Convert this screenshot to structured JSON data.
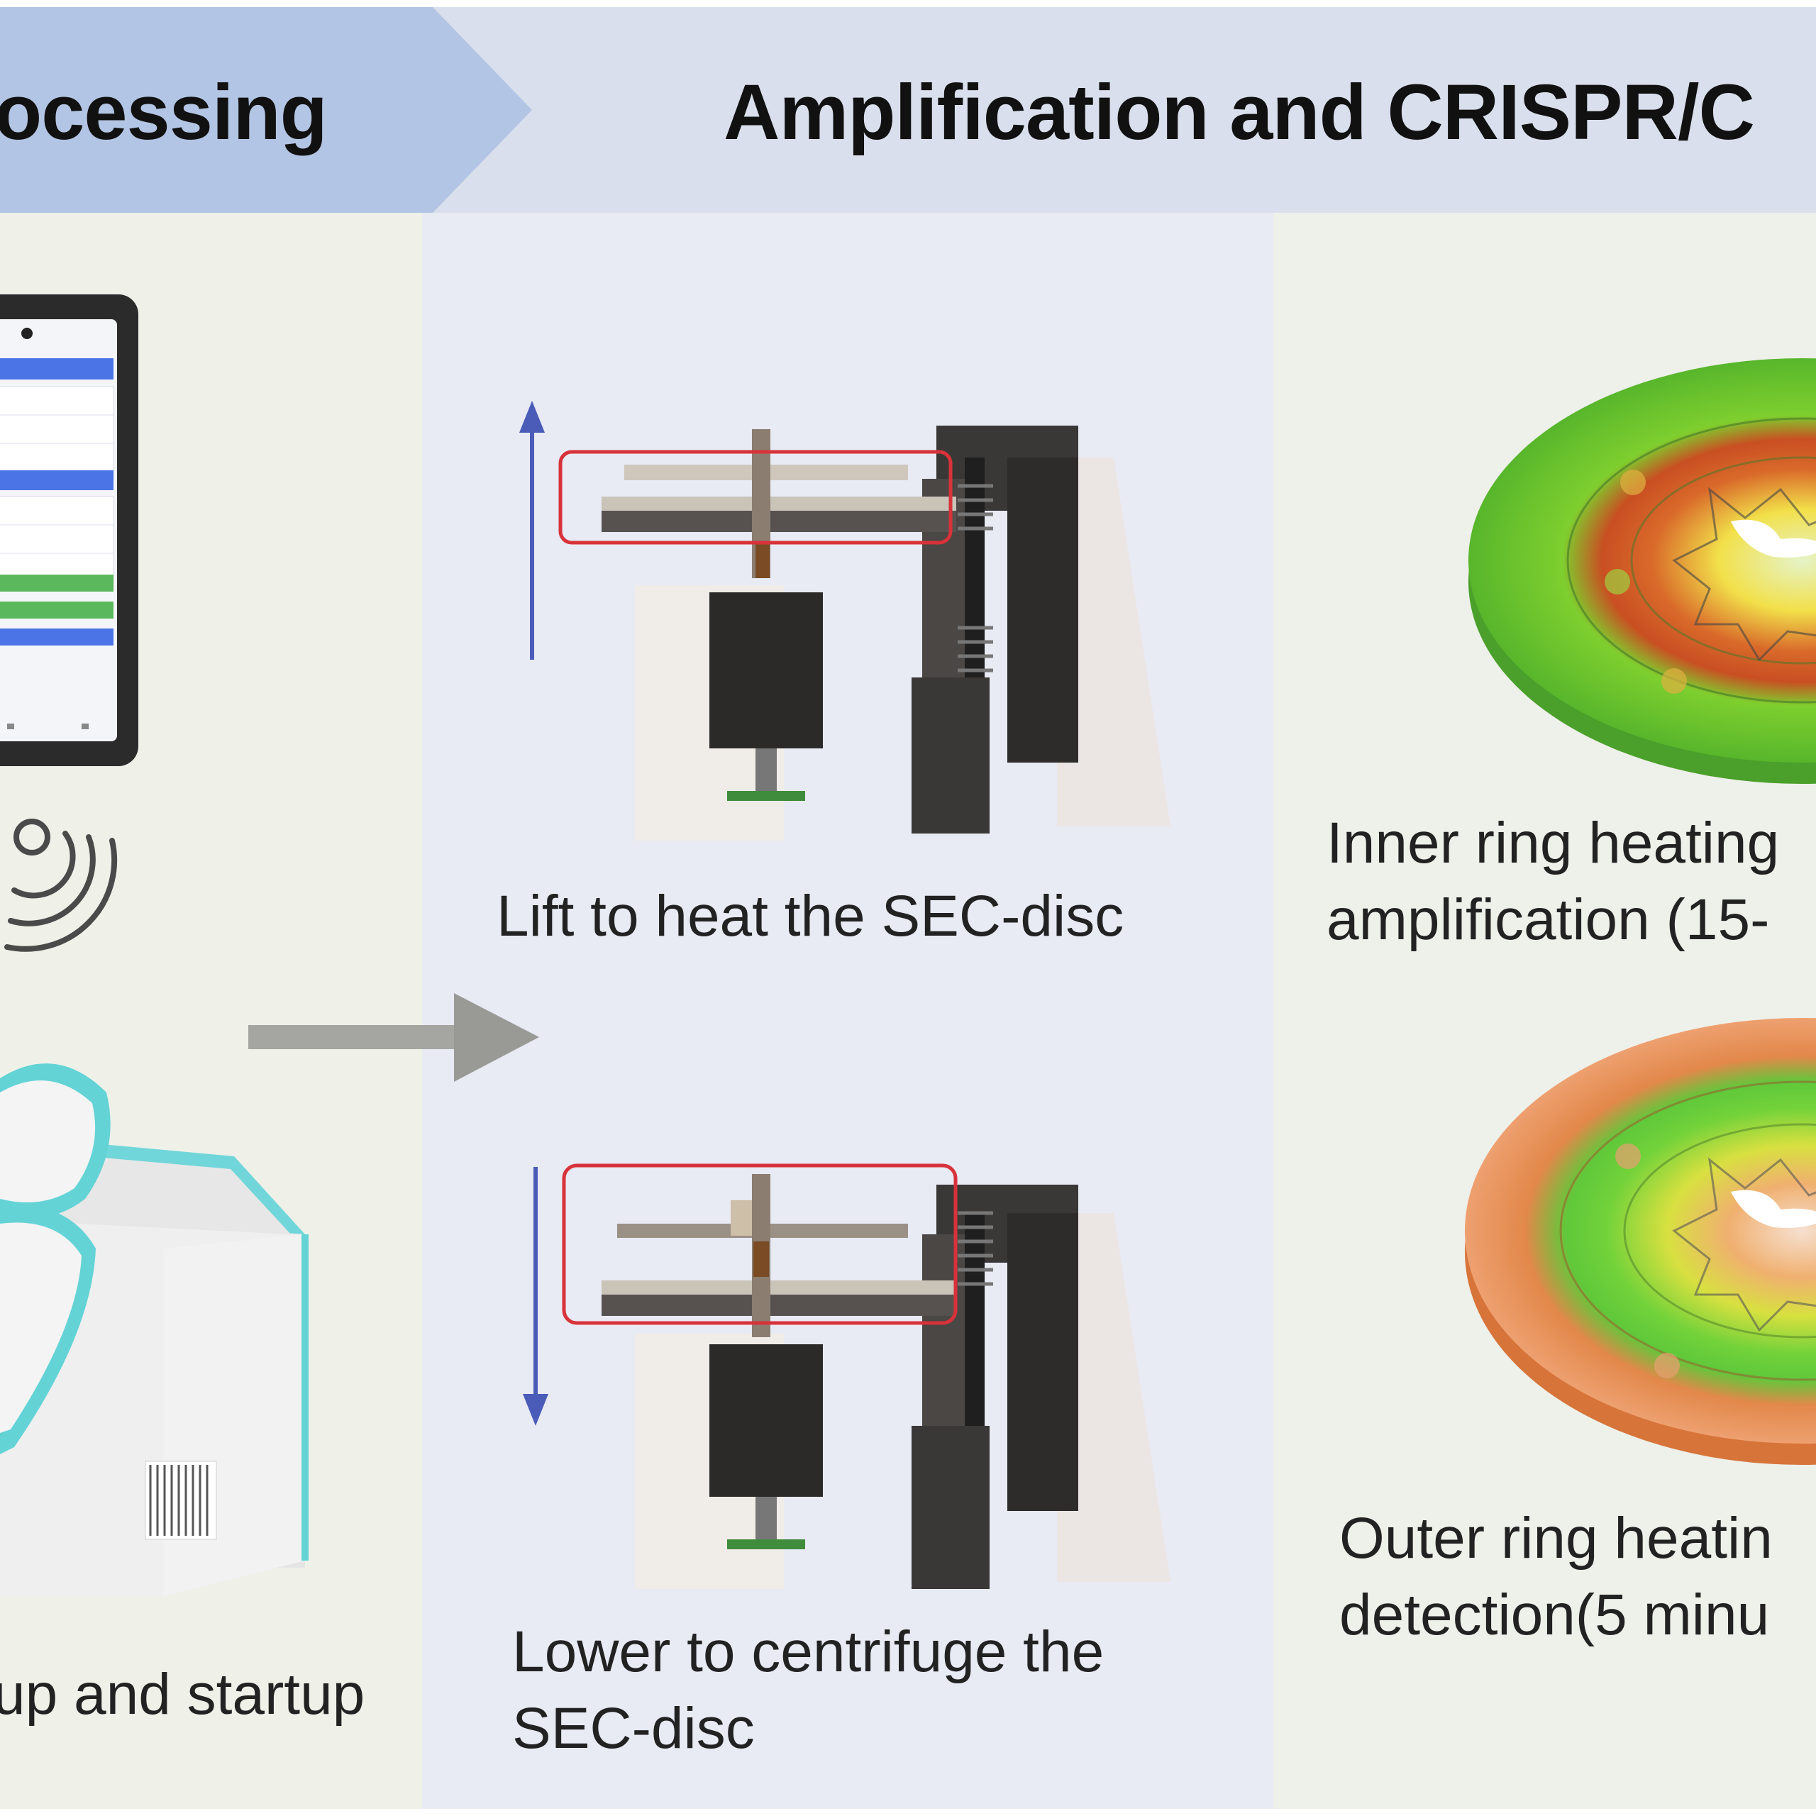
{
  "header": {
    "left_title": "ocessing",
    "right_title": "Amplification and CRISPR/C"
  },
  "captions": {
    "lift": "Lift to heat the SEC-disc",
    "lower_line1": "Lower to centrifuge the",
    "lower_line2": "SEC-disc",
    "setup": "up and startup",
    "inner_line1": "Inner ring heating",
    "inner_line2": "amplification (15-",
    "outer_line1": "Outer ring heatin",
    "outer_line2": "detection(5 minu"
  },
  "colors": {
    "highlight_box": "#d8323a",
    "motion_arrow": "#4a5bb8",
    "flow_arrow": "#9a9a96",
    "device_accent": "#63d3d6",
    "app_button_blue": "#4b74e6",
    "app_button_green": "#5cb85c"
  }
}
